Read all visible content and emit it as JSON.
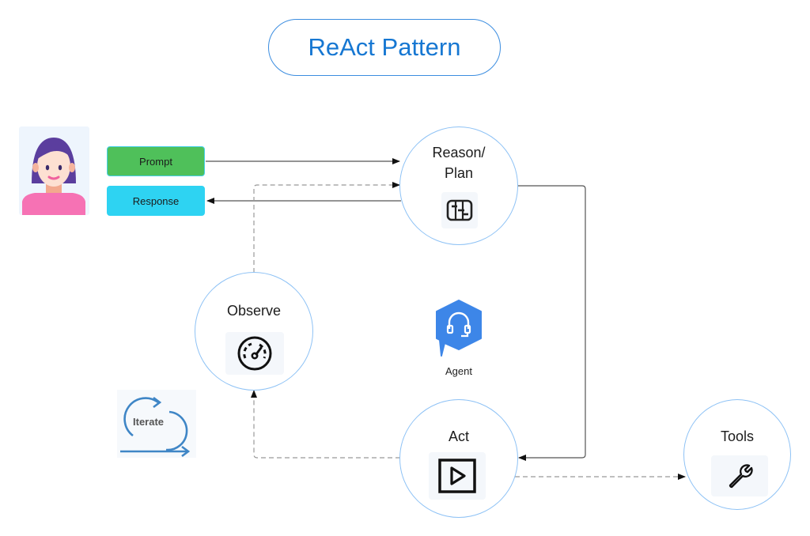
{
  "title": "ReAct Pattern",
  "user": {
    "icon": "user-avatar-icon"
  },
  "messages": {
    "prompt_label": "Prompt",
    "response_label": "Response"
  },
  "nodes": {
    "reason": {
      "label_line1": "Reason/",
      "label_line2": "Plan",
      "icon": "planner-icon"
    },
    "observe": {
      "label": "Observe",
      "icon": "gauge-icon"
    },
    "act": {
      "label": "Act",
      "icon": "play-icon"
    },
    "tools": {
      "label": "Tools",
      "icon": "wrench-icon"
    }
  },
  "agent": {
    "label": "Agent",
    "icon": "headset-icon"
  },
  "iterate": {
    "label": "Iterate",
    "icon": "iterate-cycle-icon"
  },
  "colors": {
    "title": "#1677d2",
    "node_border": "#8ec2f5",
    "prompt": "#4fc05a",
    "response": "#2ed3f2",
    "agent": "#3d86e8",
    "solid_line": "#555555",
    "dashed_line": "#999999"
  }
}
